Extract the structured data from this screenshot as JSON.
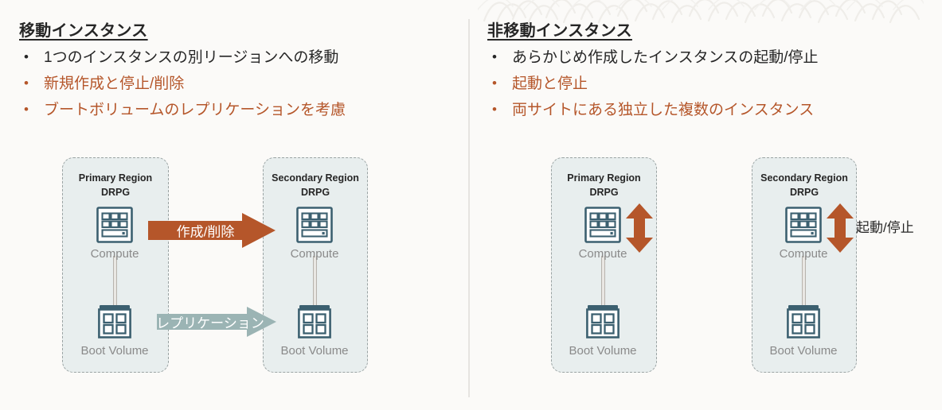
{
  "slide": {
    "background_color": "#fbfaf8",
    "accent_color": "#b5562a",
    "replication_arrow_color": "#9bb4b4",
    "box_fill_color": "#e8eeee",
    "box_border_color": "#9aa3a3",
    "icon_color": "#3c6070",
    "caption_color": "#8a8a8a"
  },
  "left_panel": {
    "heading": "移動インスタンス",
    "bullets": [
      {
        "text": "1つのインスタンスの別リージョンへの移動",
        "accent": false
      },
      {
        "text": "新規作成と停止/削除",
        "accent": true
      },
      {
        "text": "ブートボリュームのレプリケーションを考慮",
        "accent": true
      }
    ],
    "diagram": {
      "regions": [
        {
          "title_line1": "Primary Region",
          "title_line2": "DRPG",
          "nodes": [
            {
              "icon": "compute-icon",
              "label": "Compute"
            },
            {
              "icon": "boot-volume-icon",
              "label": "Boot Volume"
            }
          ]
        },
        {
          "title_line1": "Secondary Region",
          "title_line2": "DRPG",
          "nodes": [
            {
              "icon": "compute-icon",
              "label": "Compute"
            },
            {
              "icon": "boot-volume-icon",
              "label": "Boot Volume"
            }
          ]
        }
      ],
      "arrows": [
        {
          "label": "作成/削除",
          "color": "#b5562a",
          "direction": "right"
        },
        {
          "label": "レプリケーション",
          "color": "#9bb4b4",
          "direction": "right"
        }
      ]
    }
  },
  "right_panel": {
    "heading": "非移動インスタンス",
    "bullets": [
      {
        "text": "あらかじめ作成したインスタンスの起動/停止",
        "accent": false
      },
      {
        "text": "起動と停止",
        "accent": true
      },
      {
        "text": "両サイトにある独立した複数のインスタンス",
        "accent": true
      }
    ],
    "diagram": {
      "regions": [
        {
          "title_line1": "Primary Region",
          "title_line2": "DRPG",
          "nodes": [
            {
              "icon": "compute-icon",
              "label": "Compute"
            },
            {
              "icon": "boot-volume-icon",
              "label": "Boot Volume"
            }
          ]
        },
        {
          "title_line1": "Secondary Region",
          "title_line2": "DRPG",
          "nodes": [
            {
              "icon": "compute-icon",
              "label": "Compute"
            },
            {
              "icon": "boot-volume-icon",
              "label": "Boot Volume"
            }
          ]
        }
      ],
      "arrows": [
        {
          "label": "",
          "color": "#b5562a",
          "direction": "up-down"
        },
        {
          "label": "",
          "color": "#b5562a",
          "direction": "up-down"
        }
      ],
      "side_label": "起動/停止"
    }
  }
}
